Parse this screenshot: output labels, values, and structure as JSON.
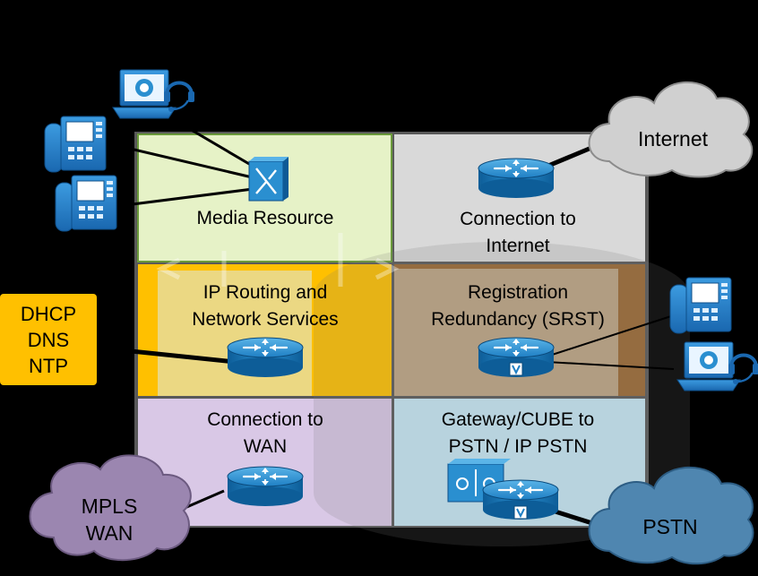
{
  "cells": {
    "media_resource": {
      "label": "Media Resource",
      "color": "#e6f2c7"
    },
    "internet_connection": {
      "line1": "Connection to",
      "line2": "Internet",
      "color": "#d9d9d9"
    },
    "ip_routing": {
      "line1": "IP Routing and",
      "line2": "Network Services",
      "color": "#ffc000"
    },
    "srst": {
      "line1": "Registration",
      "line2": "Redundancy (SRST)",
      "color": "#9c6a33"
    },
    "wan_connection": {
      "line1": "Connection to",
      "line2": "WAN",
      "color": "#d9c8e6"
    },
    "gateway": {
      "line1": "Gateway/CUBE to",
      "line2": "PSTN / IP PSTN",
      "color": "#c6e8f5"
    }
  },
  "services_box": {
    "items": [
      "DHCP",
      "DNS",
      "NTP"
    ],
    "color": "#ffc000"
  },
  "clouds": {
    "internet": {
      "label": "Internet",
      "color": "#d0d0d0"
    },
    "mpls": {
      "line1": "MPLS",
      "line2": "WAN",
      "color": "#9b86b0"
    },
    "pstn": {
      "label": "PSTN",
      "color": "#4f86b0"
    }
  },
  "icons": [
    "router-icon",
    "ip-phone-icon",
    "softphone-laptop-icon",
    "headset-icon",
    "media-resource-icon",
    "voice-router-icon"
  ]
}
